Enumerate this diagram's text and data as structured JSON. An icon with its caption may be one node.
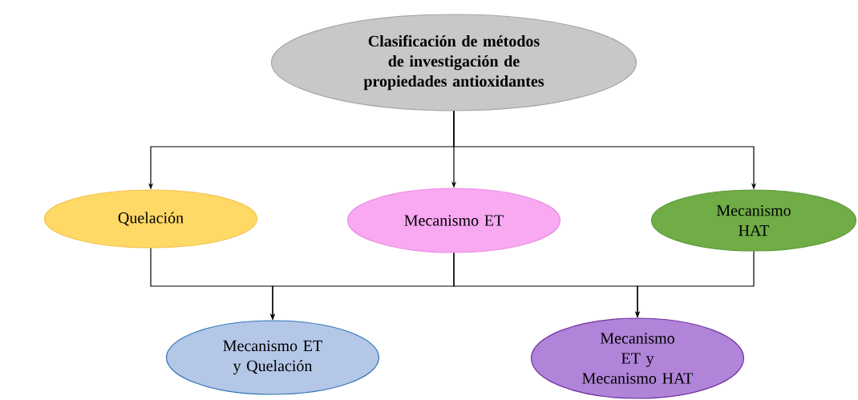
{
  "diagram": {
    "nodes": [
      {
        "text": [
          "Clasificación de métodos de investigación de propiedades antioxidantes"
        ]
      },
      {
        "text": [
          "Quelación"
        ]
      },
      {
        "text": [
          "Mecanismo ET"
        ]
      },
      {
        "text": [
          "Mecanismo HAT"
        ]
      },
      {
        "text": [
          "Mecanismo ET y Quelación"
        ]
      },
      {
        "text": [
          "Mecanismo ET y Mecanismo HAT"
        ]
      }
    ],
    "edges": [
      {
        "from": 0,
        "to": 1,
        "arrow": "to"
      },
      {
        "from": 0,
        "to": 2,
        "arrow": "to"
      },
      {
        "from": 0,
        "to": 3,
        "arrow": "to"
      },
      {
        "from": 1,
        "to": 4,
        "arrow": "to"
      },
      {
        "from": 2,
        "to": 4,
        "arrow": "to"
      },
      {
        "from": 2,
        "to": 5,
        "arrow": "to"
      },
      {
        "from": 3,
        "to": 5,
        "arrow": "to"
      }
    ]
  }
}
